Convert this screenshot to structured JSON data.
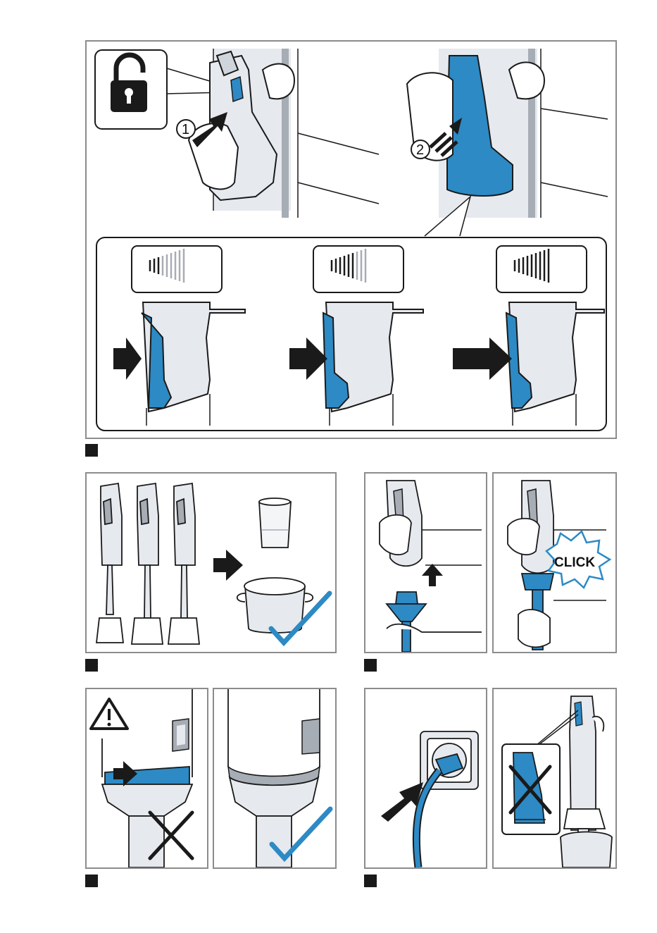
{
  "figure": {
    "step1_number": "1",
    "step2_number": "2",
    "click_label": "CLICK",
    "colors": {
      "accent_blue": "#2d8ac4",
      "outline": "#1a1a1a",
      "panel_border": "#8c8c8c",
      "body_gray": "#e6e9ee",
      "trim_gray": "#a7adb5"
    },
    "icons": [
      "unlock-icon",
      "push-arrow-icon",
      "speed-wave-icon",
      "warning-triangle-icon",
      "checkmark-icon",
      "cross-icon",
      "power-socket-icon"
    ]
  }
}
